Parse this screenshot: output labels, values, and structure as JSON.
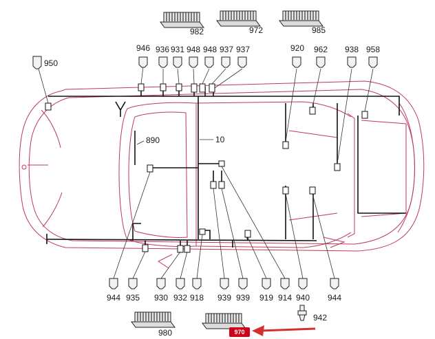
{
  "diagram": {
    "colors": {
      "body_outline": "#c0395a",
      "harness": "#111111",
      "arrow": "#d32f2f",
      "badge": "#d0021b"
    },
    "connector_blocks_top": [
      "982",
      "972",
      "985"
    ],
    "connectors_top_left": [
      "946",
      "936",
      "931",
      "948"
    ],
    "connectors_top_middle": [
      "948",
      "937",
      "937"
    ],
    "connectors_top_right": [
      "920",
      "962",
      "938",
      "958"
    ],
    "connector_left_side": "950",
    "harness_labels": [
      "890",
      "10"
    ],
    "connectors_bottom": [
      "944",
      "935",
      "930",
      "932",
      "918",
      "939",
      "939",
      "919",
      "914",
      "940",
      "944"
    ],
    "connector_blocks_bottom": [
      "980"
    ],
    "bottom_part": "942",
    "highlighted_block_badge": "970"
  }
}
